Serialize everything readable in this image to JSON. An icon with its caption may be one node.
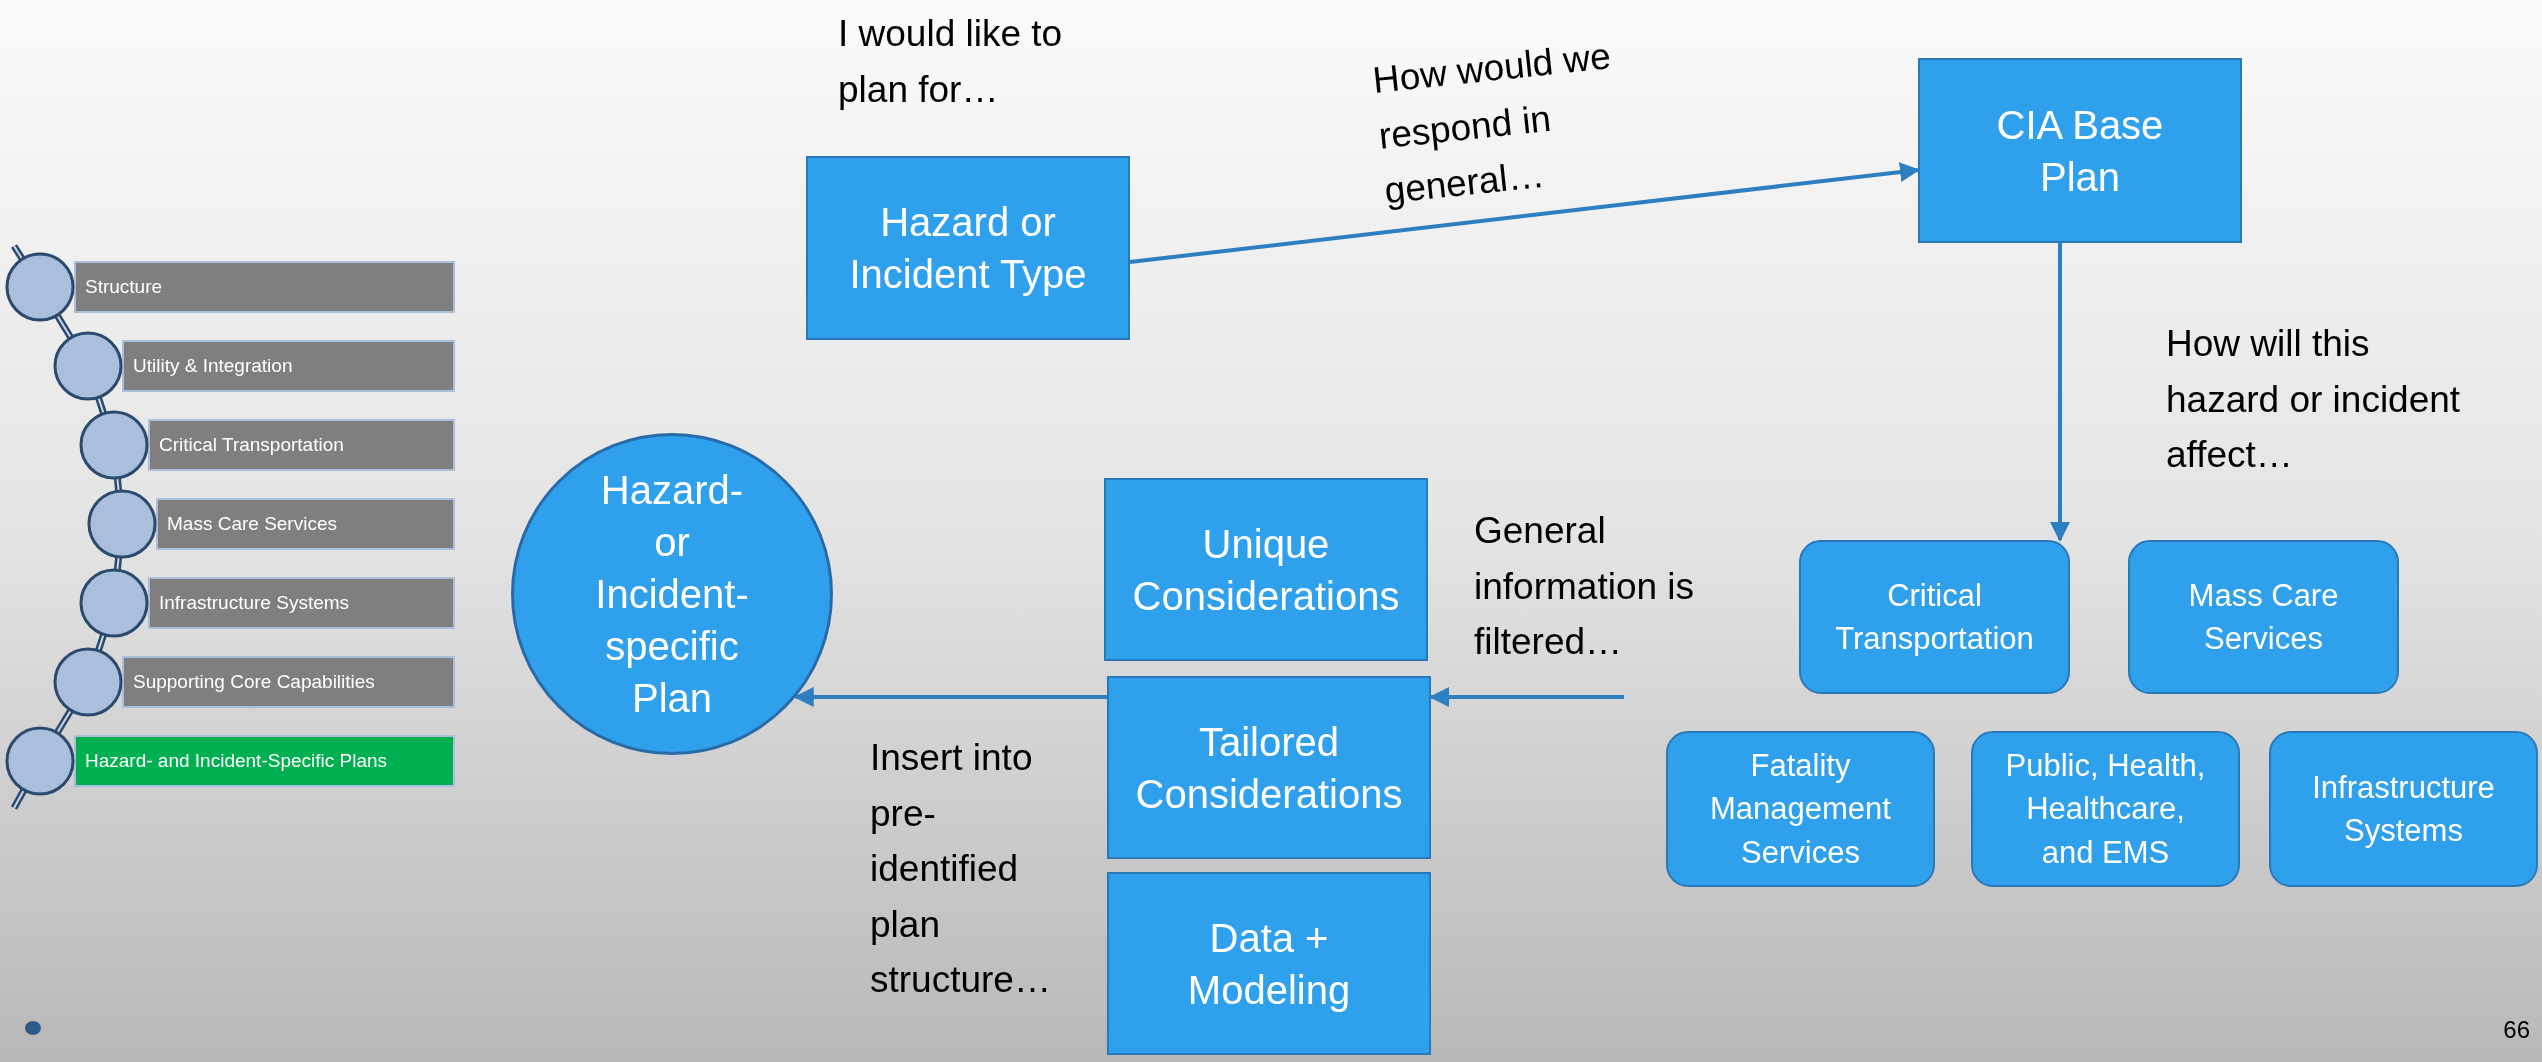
{
  "diagram": {
    "nodes": [
      {
        "text": [
          "Structure"
        ]
      },
      {
        "text": [
          "Utility & Integration"
        ]
      },
      {
        "text": [
          "Critical Transportation"
        ]
      },
      {
        "text": [
          "Mass Care Services"
        ]
      },
      {
        "text": [
          "Infrastructure Systems"
        ]
      },
      {
        "text": [
          "Supporting Core Capabilities"
        ]
      },
      {
        "text": [
          "Hazard- and Incident-Specific Plans"
        ]
      },
      {
        "text": [
          "Hazard or Incident Type"
        ]
      },
      {
        "text": [
          "CIA Base Plan"
        ]
      },
      {
        "text": [
          "Critical Transportation"
        ]
      },
      {
        "text": [
          "Mass Care Services"
        ]
      },
      {
        "text": [
          "Fatality Management Services"
        ]
      },
      {
        "text": [
          "Public, Health, Healthcare, and EMS"
        ]
      },
      {
        "text": [
          "Infrastructure Systems"
        ]
      },
      {
        "text": [
          "Unique Considerations"
        ]
      },
      {
        "text": [
          "Tailored Considerations"
        ]
      },
      {
        "text": [
          "Data + Modeling"
        ]
      },
      {
        "text": [
          "Hazard- or Incident-specific Plan"
        ]
      }
    ],
    "edges": [
      {
        "from": 7,
        "to": 8,
        "arrow": "to",
        "label": "How would we respond in general…"
      },
      {
        "from": 8,
        "to": 9,
        "arrow": "to",
        "label": "How will this hazard or incident affect…"
      },
      {
        "from": null,
        "to": 15,
        "arrow": "to",
        "label": "General information is filtered…"
      },
      {
        "from": 15,
        "to": 17,
        "arrow": "to",
        "label": "Insert into pre-identified plan structure…"
      }
    ],
    "labels": [
      "I would like to plan for…",
      "66"
    ]
  }
}
